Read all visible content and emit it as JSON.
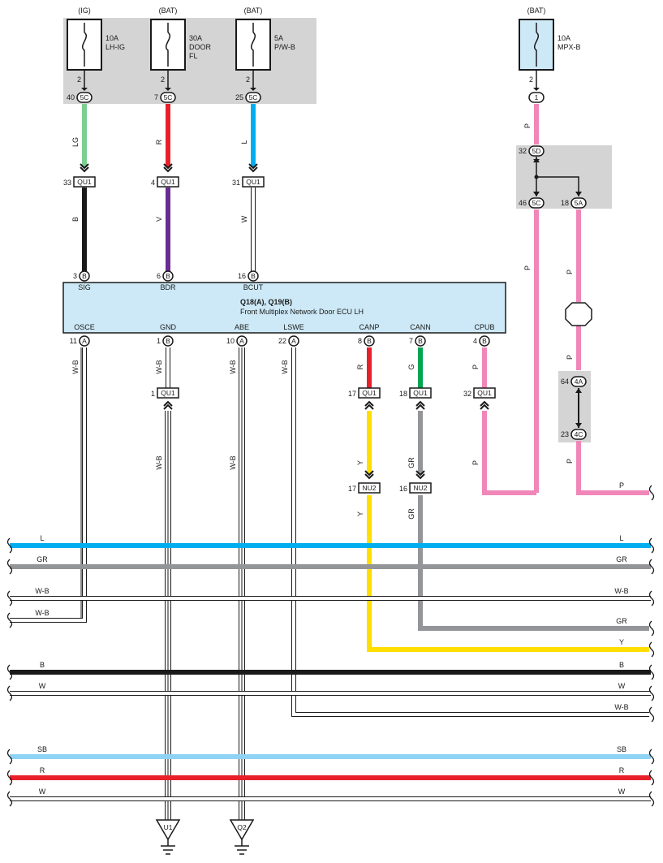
{
  "colors": {
    "LG": "#7ccf91",
    "R": "#e8202a",
    "L": "#00aeef",
    "B": "#1a1a1a",
    "V": "#6a2c91",
    "P": "#f087b8",
    "G": "#00a651",
    "Y": "#ffde00",
    "GR": "#939598",
    "SB": "#8fd3f4",
    "shade": "#d4d4d4",
    "ecu": "#cde9f7"
  },
  "fuses": [
    {
      "source": "(IG)",
      "rating": "10A",
      "name1": "LH-IG",
      "name2": "",
      "name3": ""
    },
    {
      "source": "(BAT)",
      "rating": "30A",
      "name1": "DOOR",
      "name2": "FL",
      "name3": ""
    },
    {
      "source": "(BAT)",
      "rating": "5A",
      "name1": "P/W-B",
      "name2": "",
      "name3": ""
    },
    {
      "source": "(BAT)",
      "rating": "10A",
      "name1": "MPX-B",
      "name2": "",
      "name3": ""
    }
  ],
  "fuse_pins": [
    "2",
    "2",
    "2",
    "2"
  ],
  "junction_top": [
    {
      "pin": "40",
      "label": "5C"
    },
    {
      "pin": "7",
      "label": "5C"
    },
    {
      "pin": "25",
      "label": "5C"
    },
    {
      "pin": "",
      "label": "1"
    }
  ],
  "wire_top": [
    "LG",
    "R",
    "L",
    "P"
  ],
  "qu1_top": [
    {
      "pin": "33",
      "label": "QU1"
    },
    {
      "pin": "4",
      "label": "QU1"
    },
    {
      "pin": "31",
      "label": "QU1"
    }
  ],
  "wire_mid": [
    "B",
    "V",
    "W"
  ],
  "ecu": {
    "name": "Q18(A), Q19(B)",
    "desc": "Front Multiplex Network Door ECU LH",
    "top_pins": [
      {
        "pin": "3",
        "conn": "B",
        "term": "SIG"
      },
      {
        "pin": "6",
        "conn": "B",
        "term": "BDR"
      },
      {
        "pin": "16",
        "conn": "B",
        "term": "BCUT"
      }
    ],
    "bottom_pins": [
      {
        "pin": "11",
        "conn": "A",
        "term": "OSCE"
      },
      {
        "pin": "1",
        "conn": "B",
        "term": "GND"
      },
      {
        "pin": "10",
        "conn": "A",
        "term": "ABE"
      },
      {
        "pin": "22",
        "conn": "A",
        "term": "LSWE"
      },
      {
        "pin": "8",
        "conn": "B",
        "term": "CANP"
      },
      {
        "pin": "7",
        "conn": "B",
        "term": "CANN"
      },
      {
        "pin": "4",
        "conn": "B",
        "term": "CPUB"
      }
    ]
  },
  "wire_ecu_bottom": [
    "W-B",
    "W-B",
    "W-B",
    "W-B",
    "R",
    "G",
    "P"
  ],
  "qu1_bottom": [
    {
      "pin": "1",
      "label": "QU1"
    },
    {
      "pin": "17",
      "label": "QU1"
    },
    {
      "pin": "18",
      "label": "QU1"
    },
    {
      "pin": "32",
      "label": "QU1"
    }
  ],
  "wire_lower": [
    "W-B",
    "W-B",
    "Y",
    "GR",
    "P"
  ],
  "nu2": [
    {
      "pin": "17",
      "label": "NU2"
    },
    {
      "pin": "16",
      "label": "NU2"
    }
  ],
  "wire_below_nu2": [
    "Y",
    "GR"
  ],
  "jb_right": [
    {
      "pin": "32",
      "label": "5D"
    },
    {
      "pin": "46",
      "label": "5C"
    },
    {
      "pin": "18",
      "label": "5A"
    },
    {
      "pin": "64",
      "label": "4A"
    },
    {
      "pin": "23",
      "label": "4C"
    }
  ],
  "wire_right": [
    "P",
    "P",
    "P"
  ],
  "bus": [
    {
      "left": "L",
      "right": "L"
    },
    {
      "left": "GR",
      "right": "GR"
    },
    {
      "left": "W-B",
      "right": "W-B"
    },
    {
      "left": "W-B",
      "right": ""
    },
    {
      "left": "",
      "right": "GR"
    },
    {
      "left": "",
      "right": "Y"
    },
    {
      "left": "B",
      "right": "B"
    },
    {
      "left": "W",
      "right": "W"
    },
    {
      "left": "",
      "right": "W-B"
    },
    {
      "left": "SB",
      "right": "SB"
    },
    {
      "left": "R",
      "right": "R"
    },
    {
      "left": "W",
      "right": "W"
    },
    {
      "left": "",
      "right": "P"
    }
  ],
  "grounds": [
    "U1",
    "Q2"
  ]
}
